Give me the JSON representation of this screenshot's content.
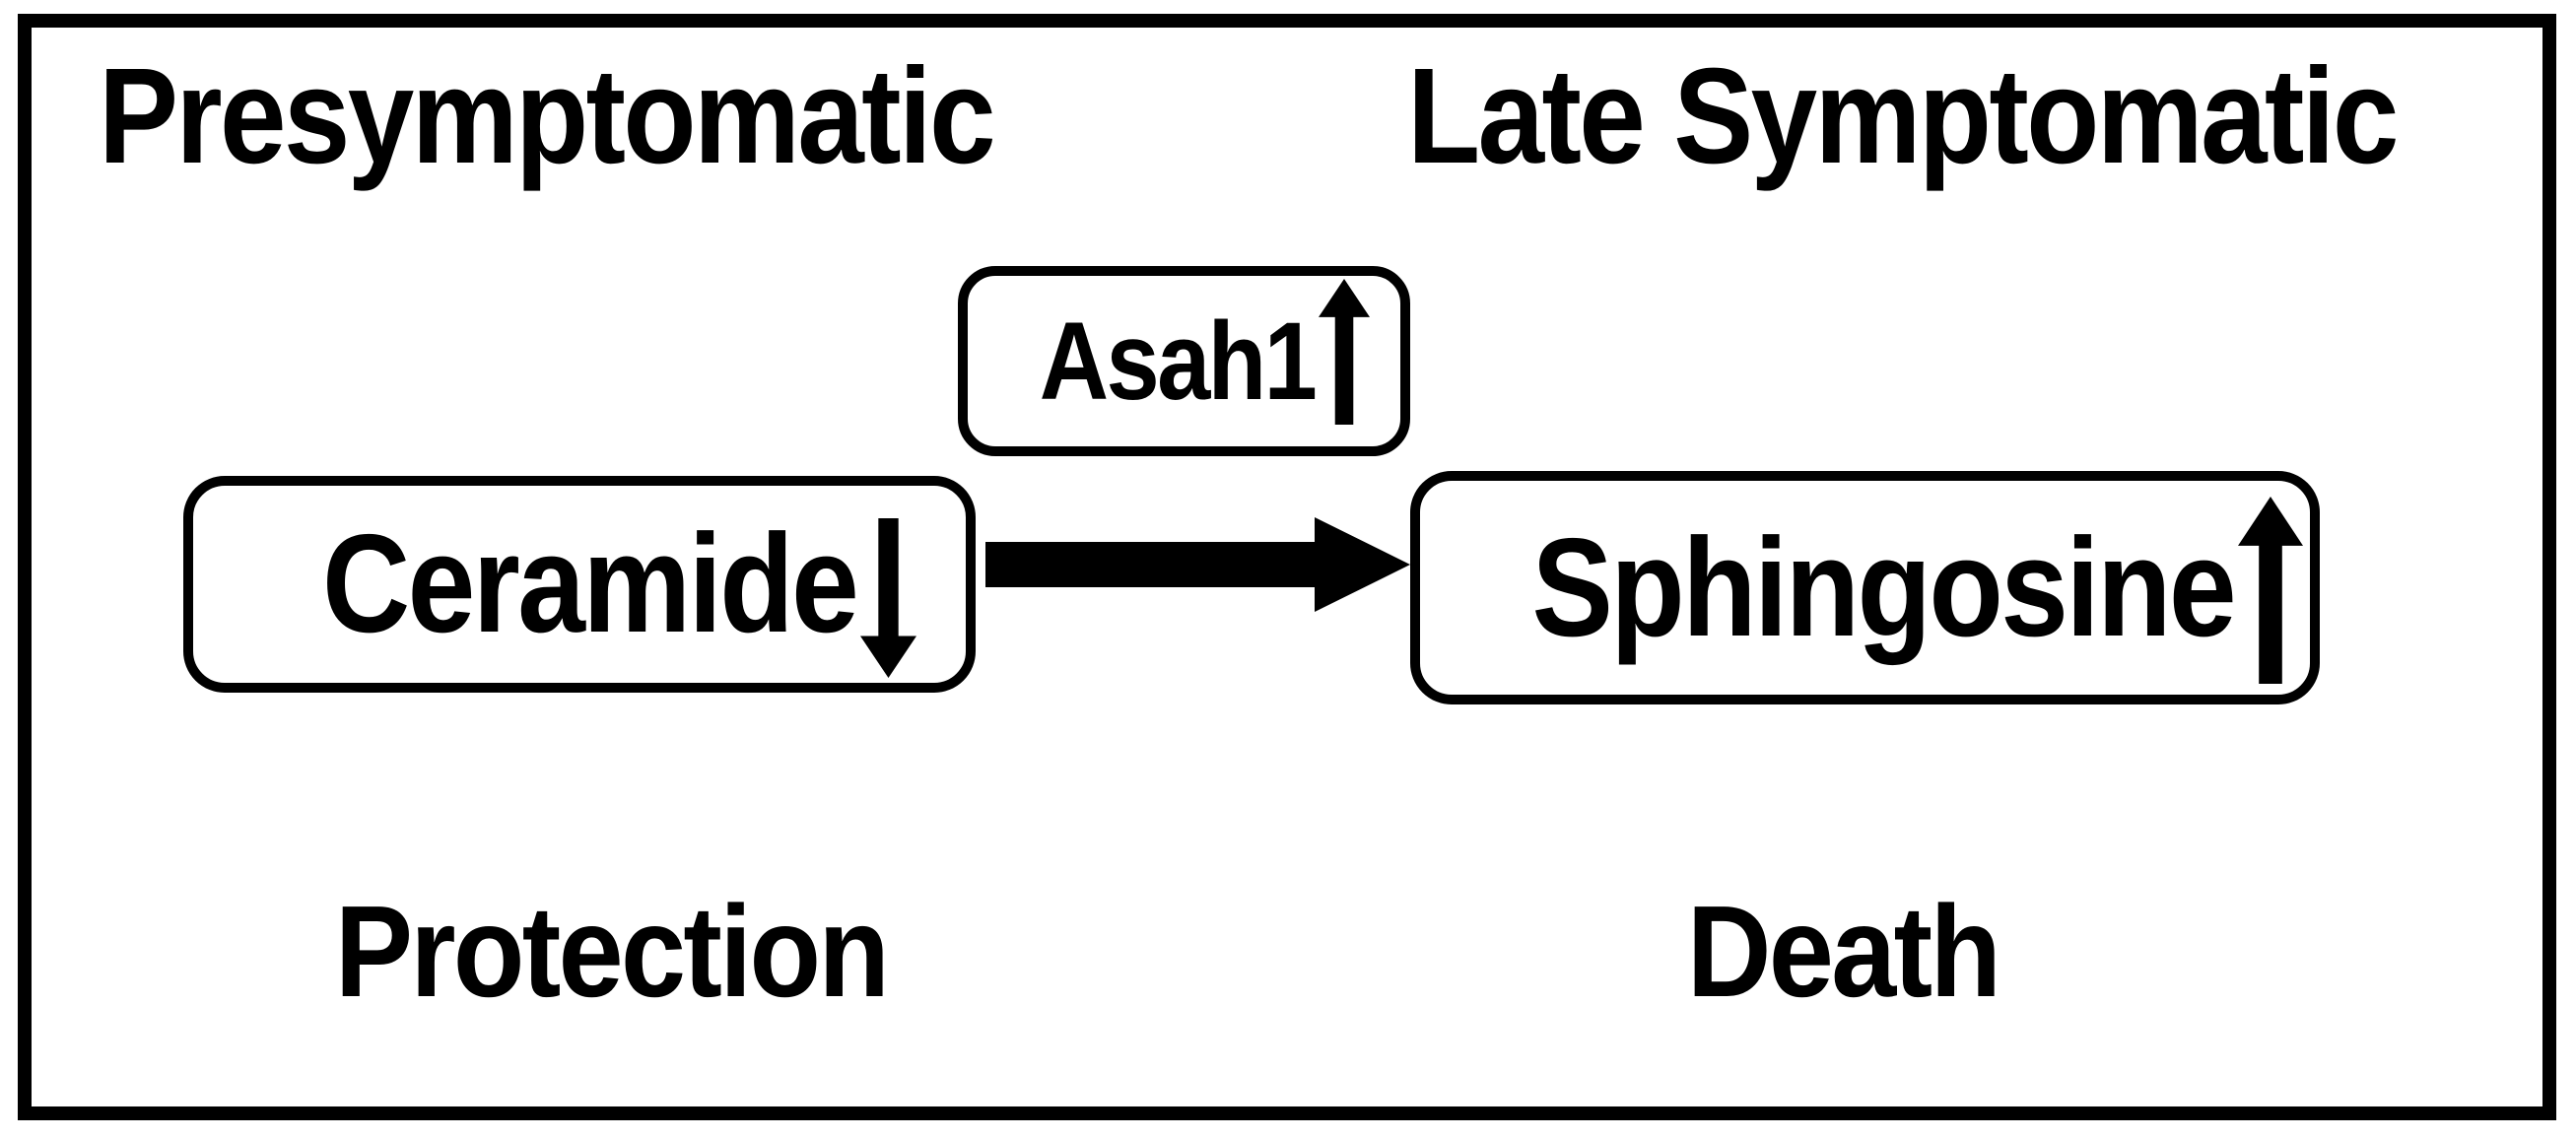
{
  "diagram": {
    "stages": {
      "left": "Presymptomatic",
      "right": "Late Symptomatic"
    },
    "nodes": {
      "asah1": {
        "label": "Asah1",
        "trend": "up"
      },
      "ceramide": {
        "label": "Ceramide",
        "trend": "down"
      },
      "sphingosine": {
        "label": "Sphingosine",
        "trend": "up"
      }
    },
    "flow": {
      "from": "ceramide",
      "to": "sphingosine",
      "direction": "right"
    },
    "outcomes": {
      "left": "Protection",
      "right": "Death"
    },
    "colors": {
      "ink": "#000000",
      "background": "#ffffff"
    }
  }
}
